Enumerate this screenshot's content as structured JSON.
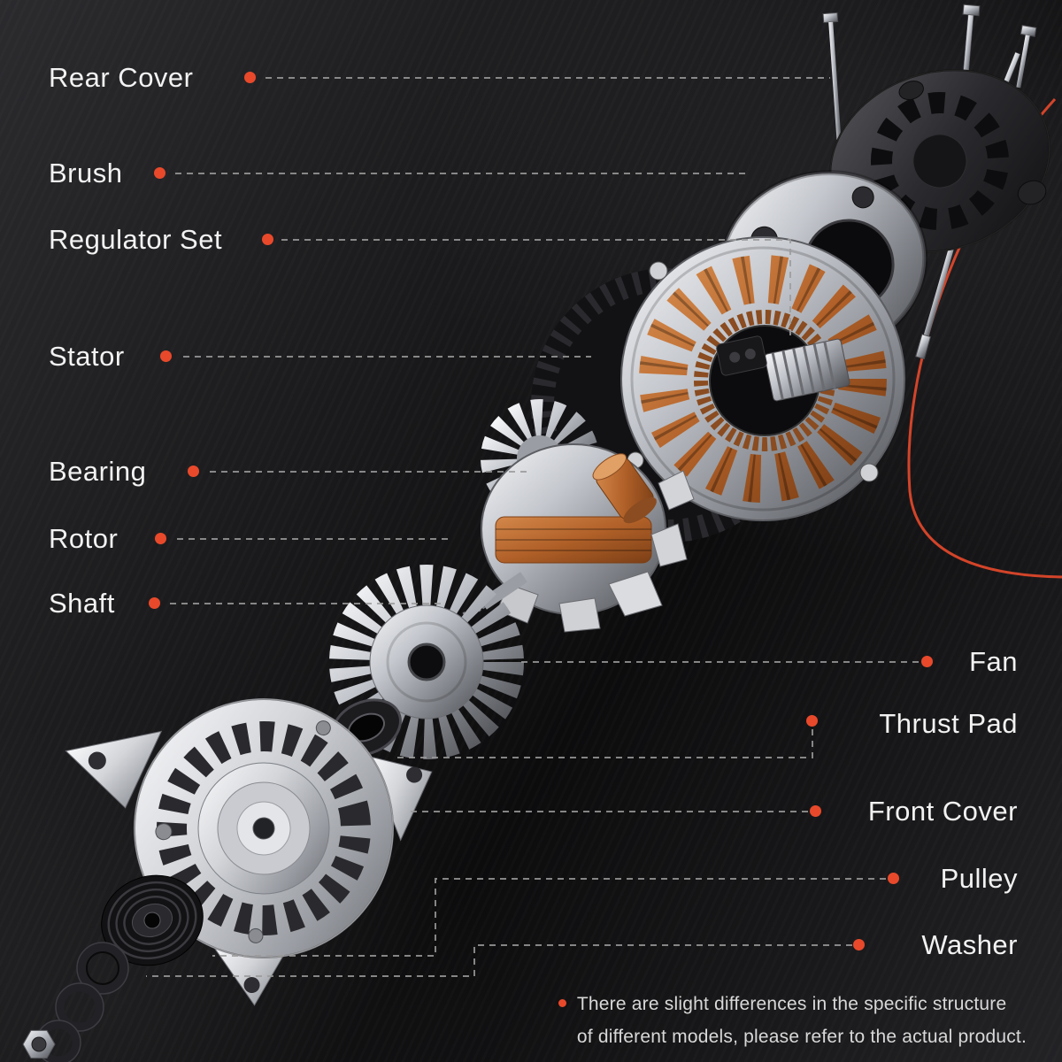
{
  "colors": {
    "accent": "#E8492B",
    "background_dark": "#0c0c0d",
    "background_light": "#2b2b2e",
    "label_text": "#f2f2f2",
    "leader_line": "#9b9b9b",
    "disclaimer_text": "#d8d8d8"
  },
  "labels": {
    "left": [
      {
        "text": "Rear Cover"
      },
      {
        "text": "Brush"
      },
      {
        "text": "Regulator Set"
      },
      {
        "text": "Stator"
      },
      {
        "text": "Bearing"
      },
      {
        "text": "Rotor"
      },
      {
        "text": "Shaft"
      }
    ],
    "right": [
      {
        "text": "Fan"
      },
      {
        "text": "Thrust Pad"
      },
      {
        "text": "Front Cover"
      },
      {
        "text": "Pulley"
      },
      {
        "text": "Washer"
      }
    ]
  },
  "disclaimer": {
    "line1": "There are slight differences in the specific structure",
    "line2": "of different models, please refer to the actual product."
  }
}
